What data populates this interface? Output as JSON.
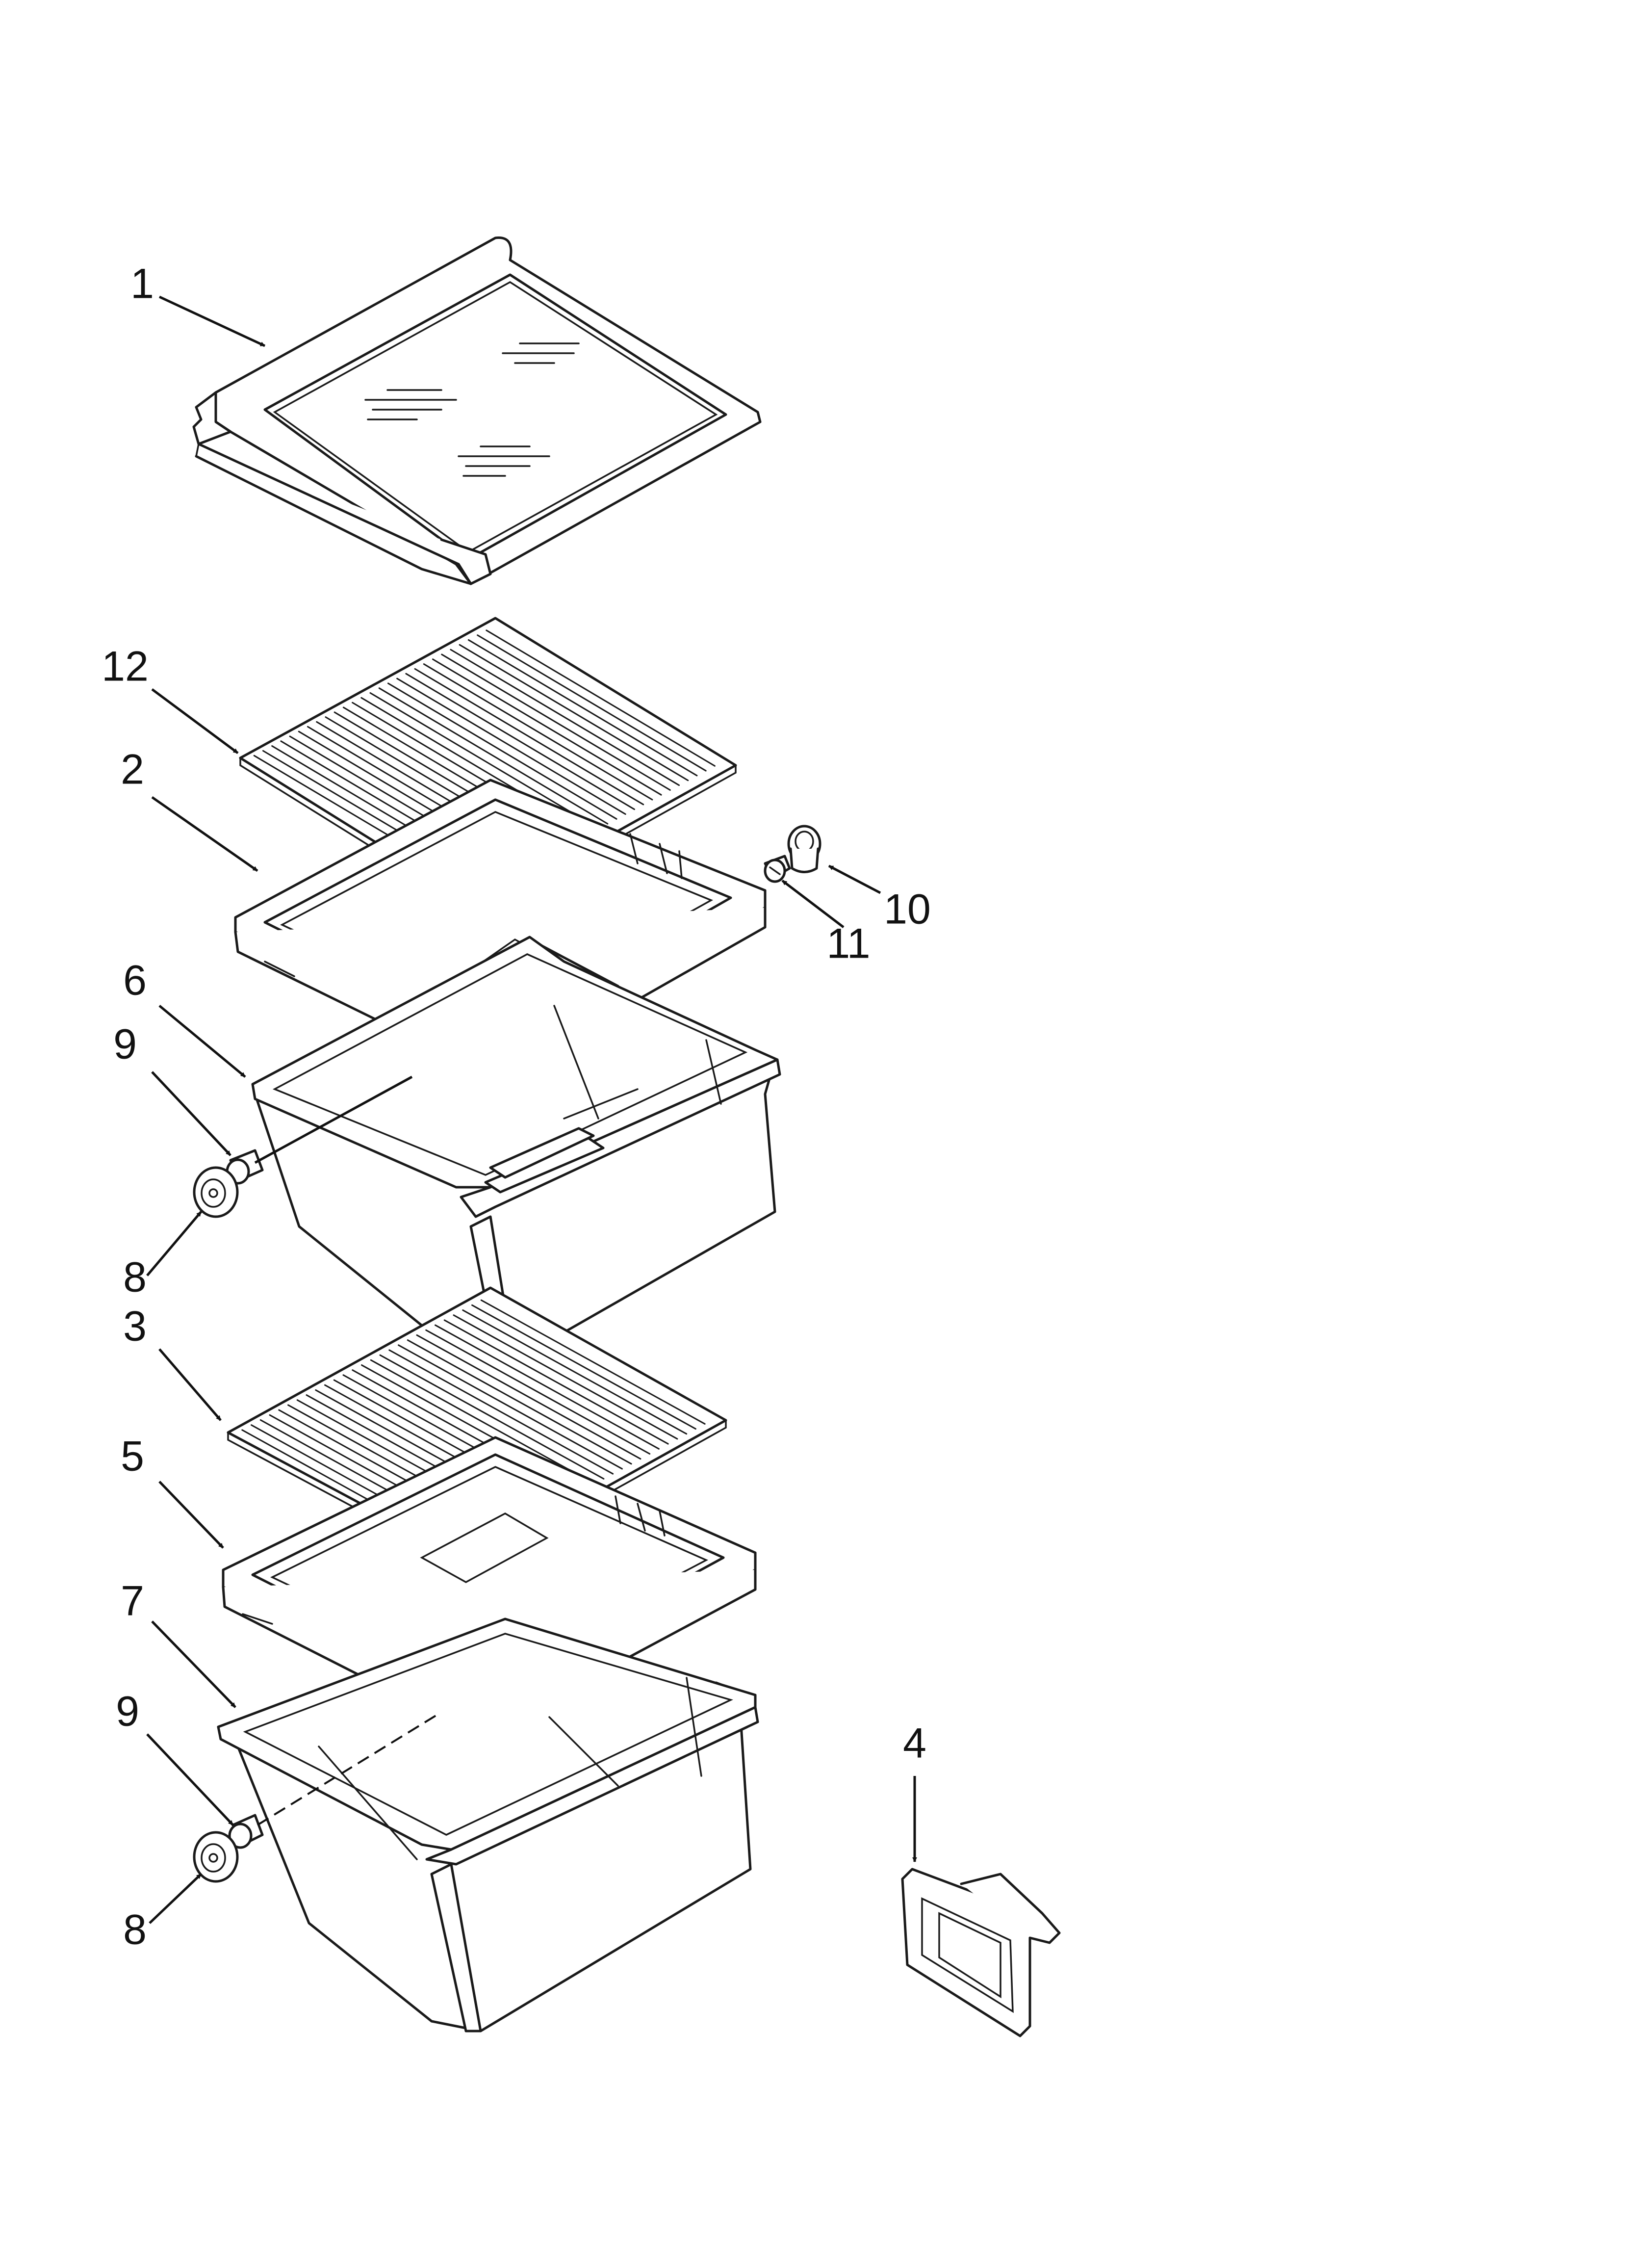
{
  "callouts": {
    "c1": "1",
    "c12": "12",
    "c2": "2",
    "c10": "10",
    "c11": "11",
    "c6": "6",
    "c9a": "9",
    "c8a": "8",
    "c3": "3",
    "c5": "5",
    "c7": "7",
    "c9b": "9",
    "c8b": "8",
    "c4": "4"
  },
  "parts": [
    {
      "callout": "1",
      "icon": "shelf-icon"
    },
    {
      "callout": "12",
      "icon": "crisper-cover-glass-icon"
    },
    {
      "callout": "2",
      "icon": "crisper-frame-icon"
    },
    {
      "callout": "10",
      "icon": "knob-icon"
    },
    {
      "callout": "11",
      "icon": "screw-icon"
    },
    {
      "callout": "6",
      "icon": "crisper-drawer-icon"
    },
    {
      "callout": "9",
      "icon": "bushing-icon"
    },
    {
      "callout": "8",
      "icon": "roller-icon"
    },
    {
      "callout": "3",
      "icon": "crisper-cover-glass-icon"
    },
    {
      "callout": "5",
      "icon": "crisper-frame-icon"
    },
    {
      "callout": "7",
      "icon": "meat-pan-drawer-icon"
    },
    {
      "callout": "4",
      "icon": "label-holder-icon"
    }
  ],
  "colors": {
    "line": "#1a1a1a",
    "background": "#ffffff"
  }
}
